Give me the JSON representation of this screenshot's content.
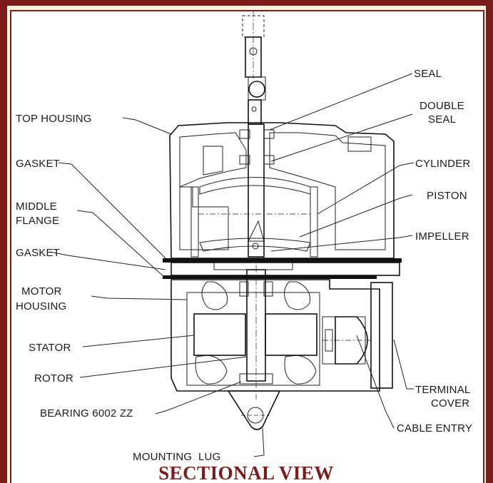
{
  "labels": {
    "seal": "SEAL",
    "double_seal_1": "DOUBLE",
    "double_seal_2": "SEAL",
    "top_housing": "TOP HOUSING",
    "gasket_top": "GASKET",
    "cylinder": "CYLINDER",
    "middle_flange_1": "MIDDLE",
    "middle_flange_2": "FLANGE",
    "piston": "PISTON",
    "impeller": "IMPELLER",
    "gasket_bottom": "GASKET",
    "motor_housing_1": "MOTOR",
    "motor_housing_2": "HOUSING",
    "stator": "STATOR",
    "rotor": "ROTOR",
    "terminal_cover_1": "TERMINAL",
    "terminal_cover_2": "COVER",
    "bearing": "BEARING 6002 ZZ",
    "cable_entry": "CABLE ENTRY",
    "mounting_lug": "MOUNTING  LUG"
  },
  "title": "SECTIONAL VIEW",
  "colors": {
    "frame": "#7a1c1c",
    "background": "#fbf1dc"
  }
}
